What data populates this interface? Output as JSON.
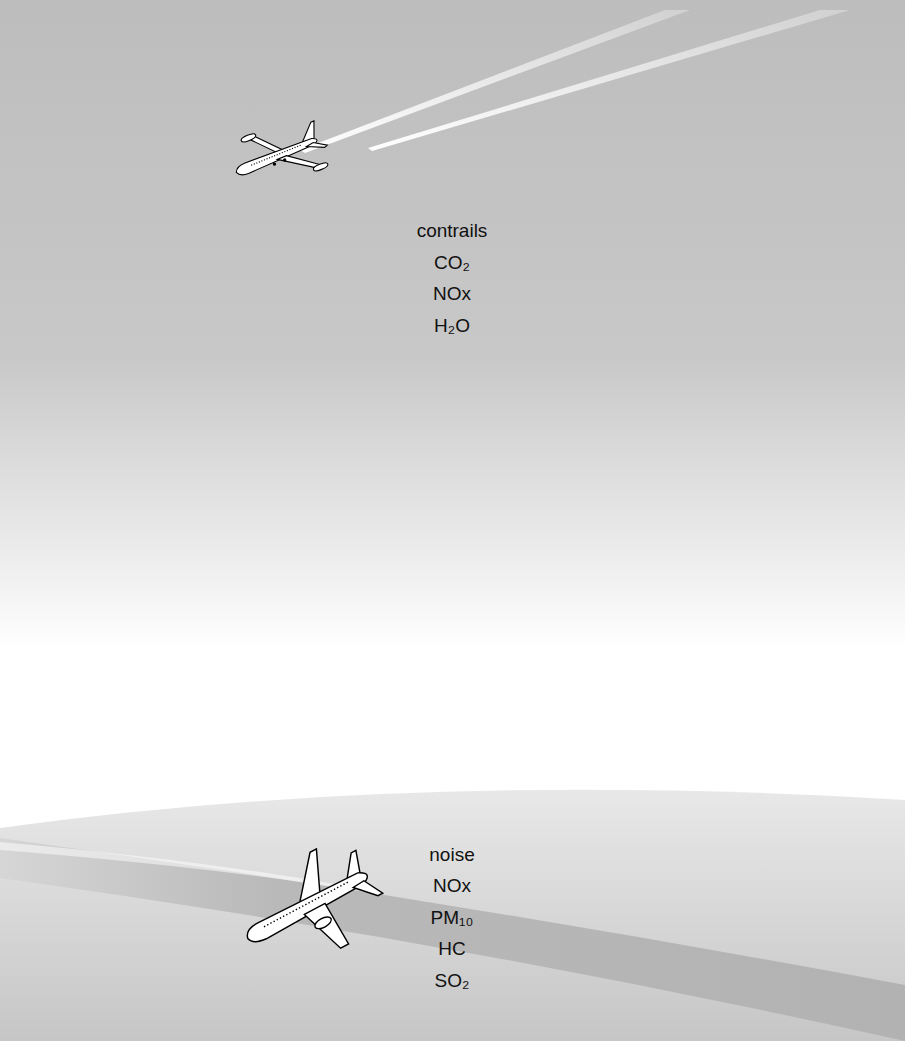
{
  "diagram": {
    "labels": [
      "contrails",
      "CO₂",
      "NOx",
      "H₂O",
      "noise",
      "NOx",
      "PM₁₀",
      "HC",
      "SO₂"
    ]
  }
}
